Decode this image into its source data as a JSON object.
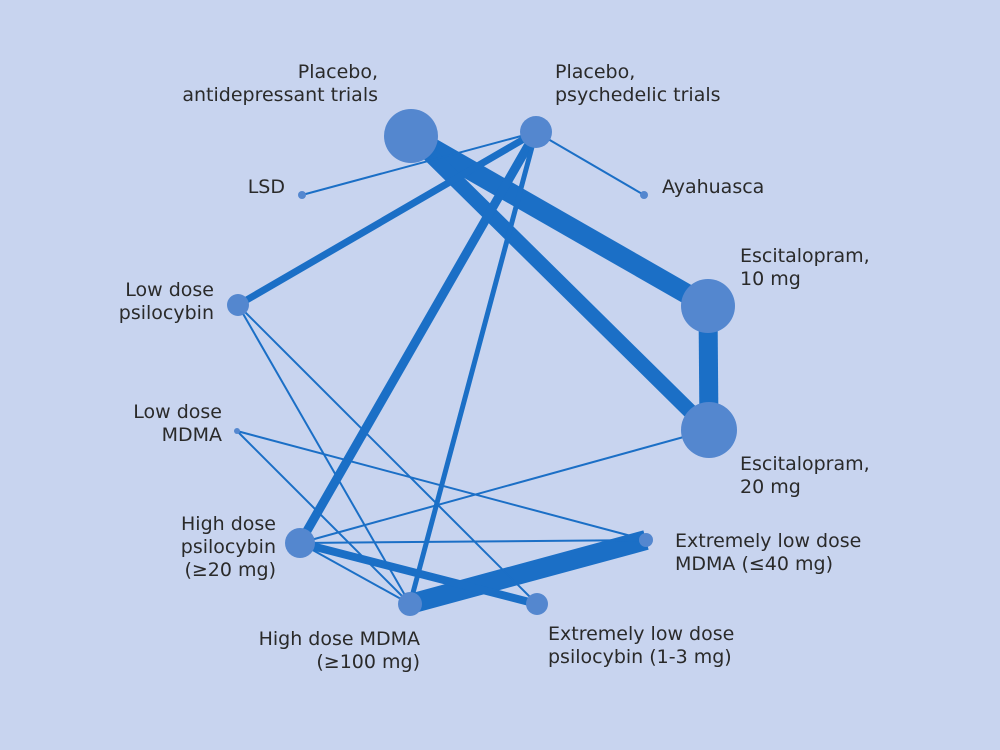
{
  "colors": {
    "background": "#c8d4ef",
    "edge": "#1b6fc6",
    "node": "#5487cf",
    "text": "#2a2a2a"
  },
  "nodes": [
    {
      "id": "placebo_ad",
      "lines": [
        "Placebo,",
        "antidepressant trials"
      ]
    },
    {
      "id": "placebo_psy",
      "lines": [
        "Placebo,",
        "psychedelic trials"
      ]
    },
    {
      "id": "lsd",
      "lines": [
        "LSD"
      ]
    },
    {
      "id": "ayahuasca",
      "lines": [
        "Ayahuasca"
      ]
    },
    {
      "id": "esc10",
      "lines": [
        "Escitalopram,",
        "10 mg"
      ]
    },
    {
      "id": "esc20",
      "lines": [
        "Escitalopram,",
        "20 mg"
      ]
    },
    {
      "id": "low_psilo",
      "lines": [
        "Low dose",
        "psilocybin"
      ]
    },
    {
      "id": "low_mdma",
      "lines": [
        "Low dose",
        "MDMA"
      ]
    },
    {
      "id": "high_psilo",
      "lines": [
        "High dose",
        "psilocybin",
        "(≥20 mg)"
      ]
    },
    {
      "id": "high_mdma",
      "lines": [
        "High dose MDMA",
        "(≥100 mg)"
      ]
    },
    {
      "id": "xlow_mdma",
      "lines": [
        "Extremely low dose",
        "MDMA (≤40 mg)"
      ]
    },
    {
      "id": "xlow_psilo",
      "lines": [
        "Extremely low dose",
        "psilocybin (1-3 mg)"
      ]
    }
  ],
  "edges": [
    {
      "from": "placebo_ad",
      "to": "esc10"
    },
    {
      "from": "placebo_ad",
      "to": "esc20"
    },
    {
      "from": "esc10",
      "to": "esc20"
    },
    {
      "from": "placebo_psy",
      "to": "lsd"
    },
    {
      "from": "placebo_psy",
      "to": "ayahuasca"
    },
    {
      "from": "placebo_psy",
      "to": "low_psilo"
    },
    {
      "from": "placebo_psy",
      "to": "high_psilo"
    },
    {
      "from": "placebo_psy",
      "to": "high_mdma"
    },
    {
      "from": "high_mdma",
      "to": "xlow_mdma"
    },
    {
      "from": "high_psilo",
      "to": "xlow_psilo"
    },
    {
      "from": "high_psilo",
      "to": "esc20"
    },
    {
      "from": "low_psilo",
      "to": "high_mdma"
    },
    {
      "from": "low_psilo",
      "to": "xlow_psilo"
    },
    {
      "from": "low_mdma",
      "to": "high_mdma"
    },
    {
      "from": "low_mdma",
      "to": "xlow_mdma"
    },
    {
      "from": "high_psilo",
      "to": "xlow_mdma"
    },
    {
      "from": "high_mdma",
      "to": "high_psilo"
    }
  ]
}
